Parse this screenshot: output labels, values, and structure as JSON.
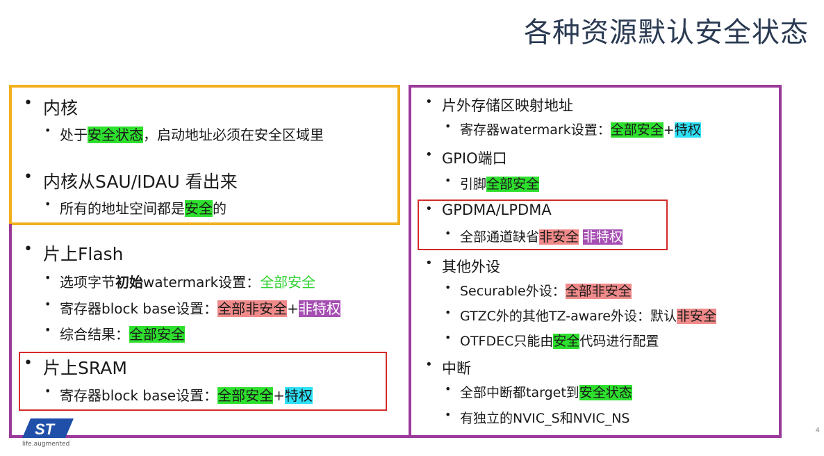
{
  "title": "各种资源默认安全状态",
  "core": {
    "h1": "内核",
    "item1_pre": "处于",
    "item1_hl": "安全状态",
    "item1_post": "，启动地址必须在安全区域里",
    "h2": "内核从SAU/IDAU 看出来",
    "item2_pre": "所有的地址空间都是",
    "item2_hl": "安全",
    "item2_post": "的"
  },
  "flash": {
    "h": "片上Flash",
    "i1_pre": "选项字节",
    "i1_bold": "初始",
    "i1_mid": "watermark设置：",
    "i1_val": "全部安全",
    "i2_pre": "寄存器block base设置：",
    "i2_val1": "全部非安全",
    "i2_plus": "+",
    "i2_val2": "非特权",
    "i3_pre": "综合结果：",
    "i3_val": "全部安全"
  },
  "sram": {
    "h": "片上SRAM",
    "i1_pre": "寄存器block base设置：",
    "i1_val1": "全部安全",
    "i1_plus": "+",
    "i1_val2": "特权"
  },
  "right": {
    "ext_h": "片外存储区映射地址",
    "ext_i_pre": "寄存器watermark设置：",
    "ext_i_val1": "全部安全",
    "ext_i_plus": "+",
    "ext_i_val2": "特权",
    "gpio_h": "GPIO端口",
    "gpio_i_pre": "引脚",
    "gpio_i_val": "全部安全",
    "gpdma_h": "GPDMA/LPDMA",
    "gpdma_i_pre": "全部通道缺省",
    "gpdma_i_val1": "非安全",
    "gpdma_i_val2": "非特权",
    "other_h": "其他外设",
    "other_i1_pre": "Securable外设：",
    "other_i1_val": "全部非安全",
    "other_i2_pre": "GTZC外的其他TZ-aware外设：默认",
    "other_i2_val": "非安全",
    "other_i3_pre": "OTFDEC只能由",
    "other_i3_val": "安全",
    "other_i3_post": "代码进行配置",
    "irq_h": "中断",
    "irq_i1_pre": "全部中断都target到",
    "irq_i1_val": "安全状态",
    "irq_i2": "有独立的NVIC_S和NVIC_NS"
  },
  "footer": {
    "tagline": "life.augmented",
    "page": "4"
  },
  "colors": {
    "highlight_secure": "#2ee02e",
    "highlight_nonsecure": "#f08a8a",
    "highlight_privileged": "#2de0f5",
    "highlight_unprivileged": "#a64fb3",
    "frame_core": "#f2b01e",
    "frame_memory": "#9b3a9b",
    "frame_emphasis": "#d42a2a"
  },
  "icons": {
    "logo": "st-logo"
  }
}
